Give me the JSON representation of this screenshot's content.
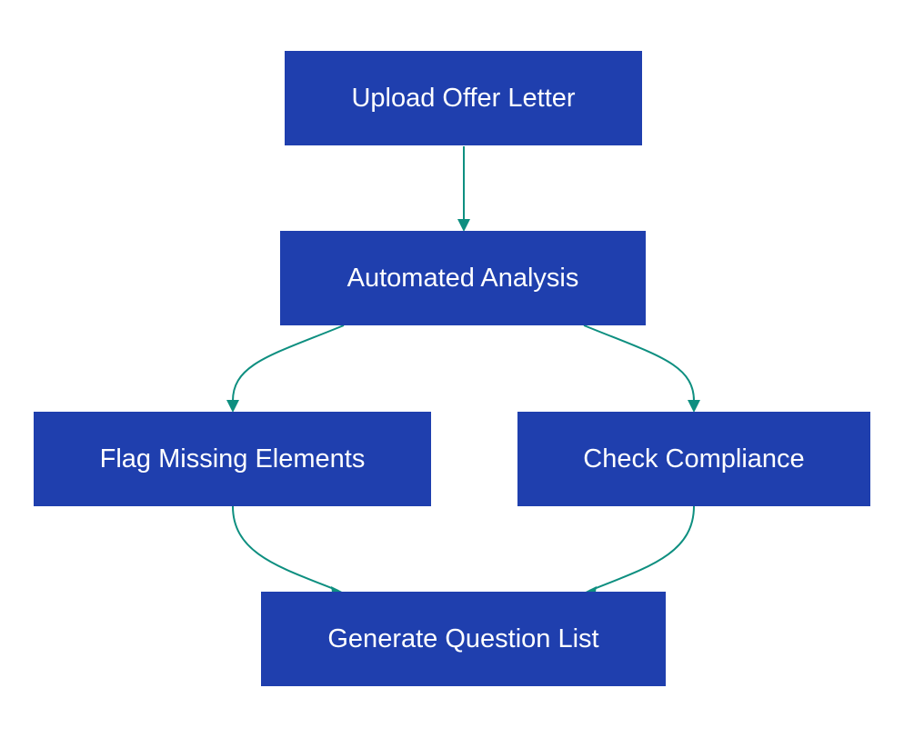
{
  "diagram": {
    "colors": {
      "node_fill": "#1f3fae",
      "node_text": "#ffffff",
      "edge": "#0e8f80",
      "background": "#ffffff"
    },
    "nodes": {
      "upload": "Upload Offer Letter",
      "analysis": "Automated Analysis",
      "flag": "Flag Missing Elements",
      "compliance": "Check Compliance",
      "questions": "Generate Question List"
    },
    "edges": [
      {
        "from": "upload",
        "to": "analysis"
      },
      {
        "from": "analysis",
        "to": "flag"
      },
      {
        "from": "analysis",
        "to": "compliance"
      },
      {
        "from": "flag",
        "to": "questions"
      },
      {
        "from": "compliance",
        "to": "questions"
      }
    ]
  }
}
